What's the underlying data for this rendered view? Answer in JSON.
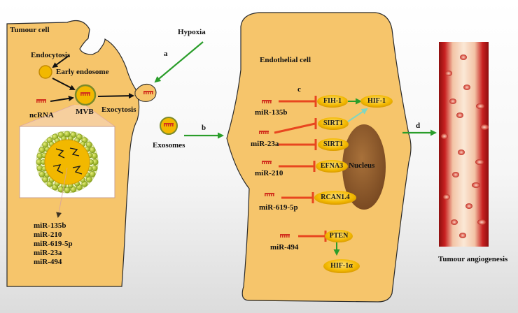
{
  "labels": {
    "tumour_cell": "Tumour cell",
    "hypoxia": "Hypoxia",
    "endocytosis": "Endocytosis",
    "early_endosome": "Early endosome",
    "ncrna": "ncRNA",
    "mvb": "MVB",
    "exocytosis": "Exocytosis",
    "exosomes": "Exosomes",
    "endothelial_cell": "Endothelial cell",
    "nucleus": "Nucleus",
    "tumour_angiogenesis": "Tumour angiogenesis"
  },
  "step_letters": {
    "a": "a",
    "b": "b",
    "c": "c",
    "d": "d"
  },
  "tumour_mirnas": [
    "miR-135b",
    "miR-210",
    "miR-619-5p",
    "miR-23a",
    "miR-494"
  ],
  "endothelial": {
    "mirnas": {
      "mir135b": "miR-135b",
      "mir23a": "miR-23a",
      "mir210": "miR-210",
      "mir6195p": "miR-619-5p",
      "mir494": "miR-494"
    },
    "targets": {
      "fih1": "FIH-1",
      "hif1": "HIF-1",
      "sirt1_a": "SIRT1",
      "sirt1_b": "SIRT1",
      "efna3": "EFNA3",
      "rcan14": "RCAN1.4",
      "pten": "PTEN",
      "hif1a": "HIF-1α"
    }
  },
  "colors": {
    "cell_fill": "#f6c56b",
    "cell_stroke": "#2a2a2a",
    "inhibit": "#e8461f",
    "activate": "#2a9d2a",
    "teal_arrow": "#7fd6c2",
    "rna": "#d2321e",
    "pill": "#f2b800",
    "nucleus": "#8b5a2b",
    "vessel": "#b01818"
  }
}
